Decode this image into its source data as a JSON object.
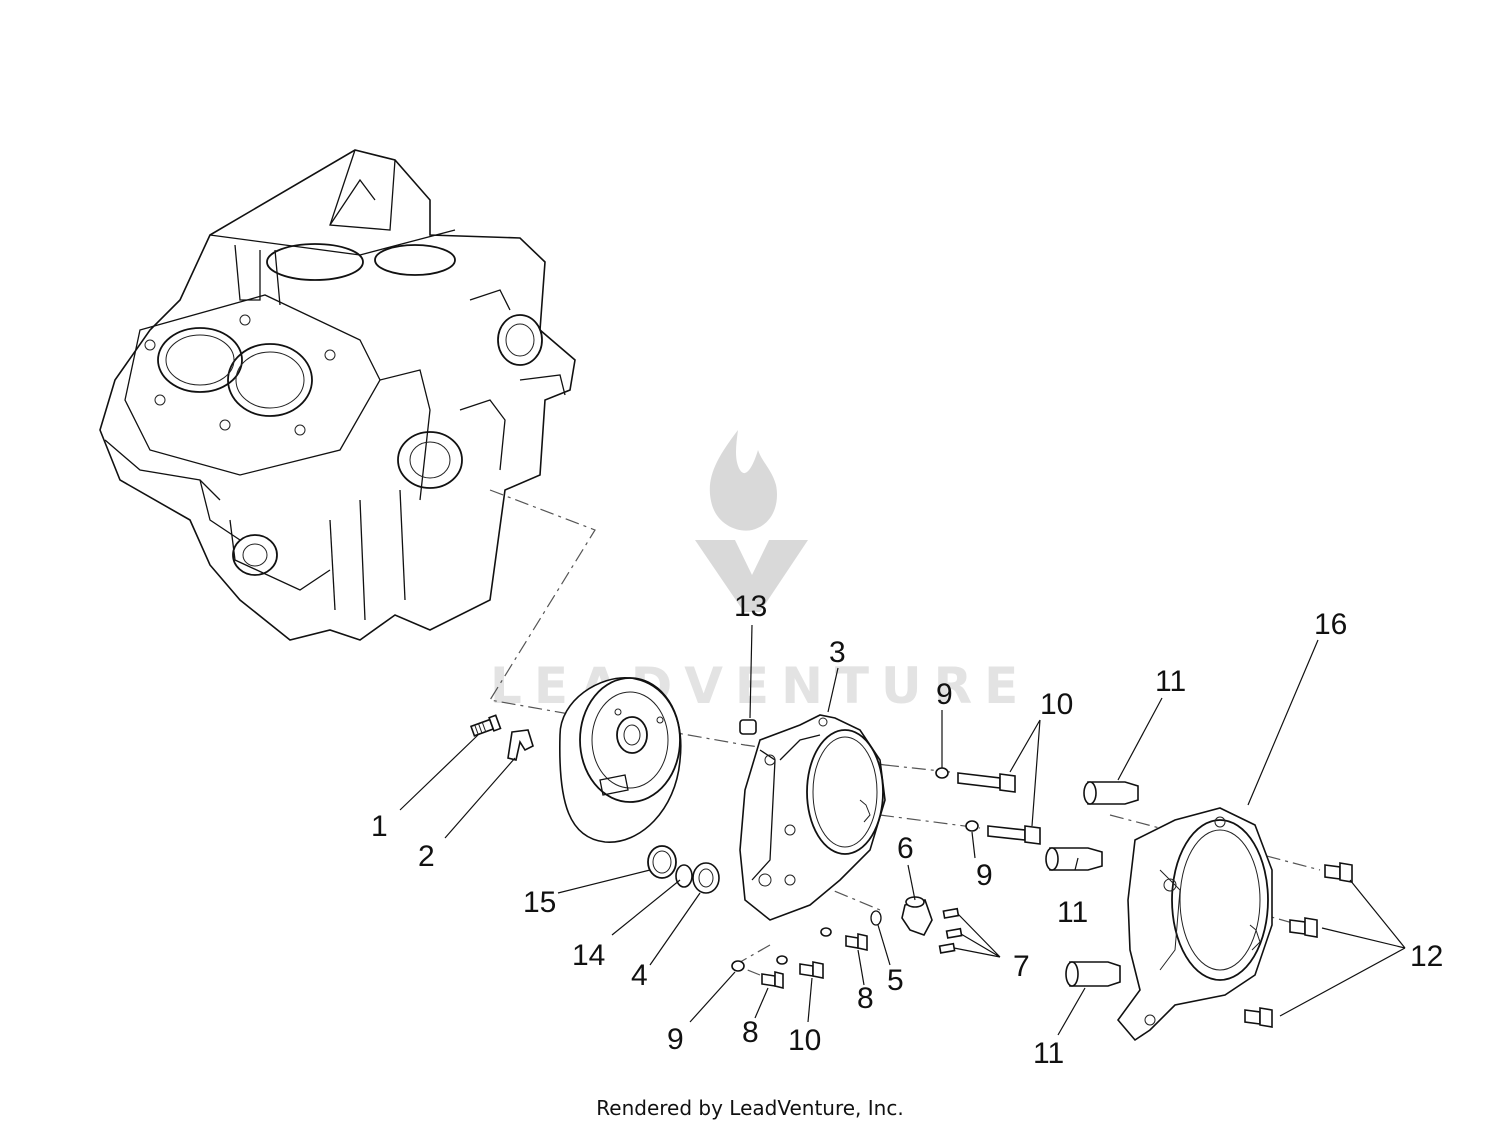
{
  "watermark": {
    "text": "LEADVENTURE",
    "color": "#dddddd"
  },
  "footer": {
    "text": "Rendered by LeadVenture, Inc."
  },
  "callouts": {
    "c1": "1",
    "c2": "2",
    "c3": "3",
    "c4": "4",
    "c5": "5",
    "c6": "6",
    "c7": "7",
    "c8a": "8",
    "c8b": "8",
    "c9a": "9",
    "c9b": "9",
    "c9c": "9",
    "c10a": "10",
    "c10b": "10",
    "c11a": "11",
    "c11b": "11",
    "c11c": "11",
    "c12": "12",
    "c13": "13",
    "c14": "14",
    "c15": "15",
    "c16": "16"
  }
}
